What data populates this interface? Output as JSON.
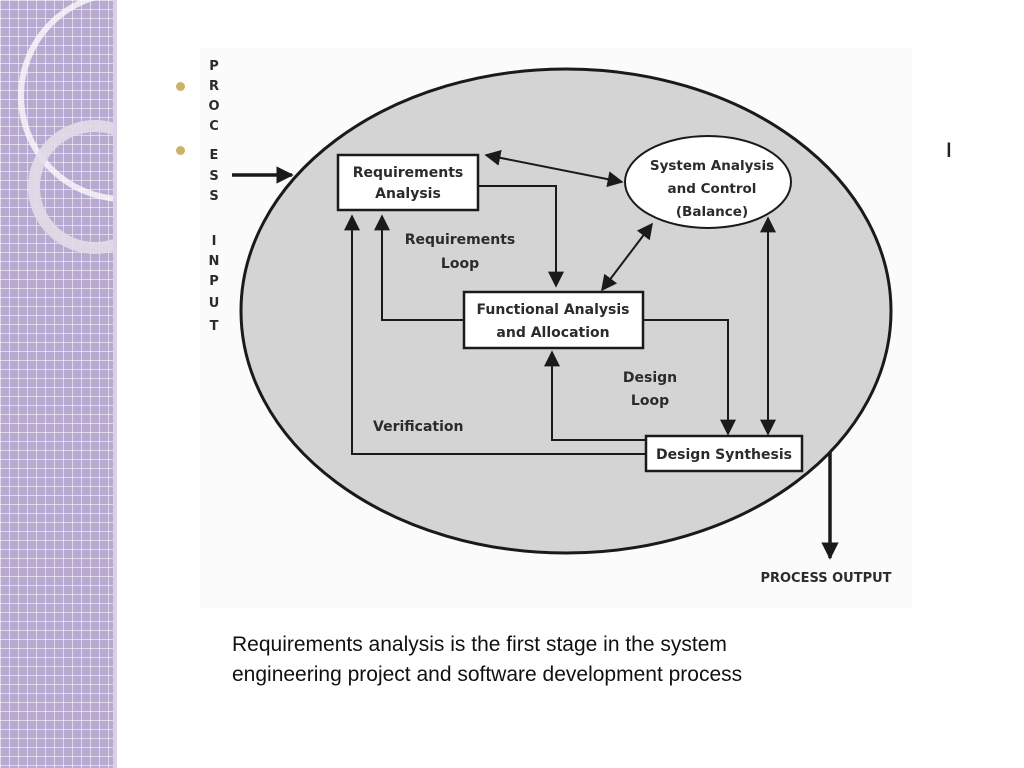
{
  "diagram": {
    "side_label_process": [
      "P",
      "R",
      "O",
      "C",
      "E",
      "S",
      "S"
    ],
    "side_label_input": [
      "I",
      "N",
      "P",
      "U",
      "T"
    ],
    "nodes": {
      "requirements_analysis": [
        "Requirements",
        "Analysis"
      ],
      "system_analysis": [
        "System Analysis",
        "and Control",
        "(Balance)"
      ],
      "functional_analysis": [
        "Functional Analysis",
        "and Allocation"
      ],
      "design_synthesis": [
        "Design Synthesis"
      ]
    },
    "loop_labels": {
      "requirements_loop": [
        "Requirements",
        "Loop"
      ],
      "design_loop": [
        "Design",
        "Loop"
      ],
      "verification": "Verification"
    },
    "process_output": "PROCESS OUTPUT"
  },
  "slide": {
    "stray_text": "ı",
    "caption_line1": "Requirements analysis is the first stage in the system",
    "caption_line2": "engineering project and software development process"
  },
  "colors": {
    "ellipse_fill": "#d4d4d4",
    "stroke": "#1a1a1a",
    "sidebar": "#b7a9cf",
    "bullet": "#c9b46a"
  }
}
